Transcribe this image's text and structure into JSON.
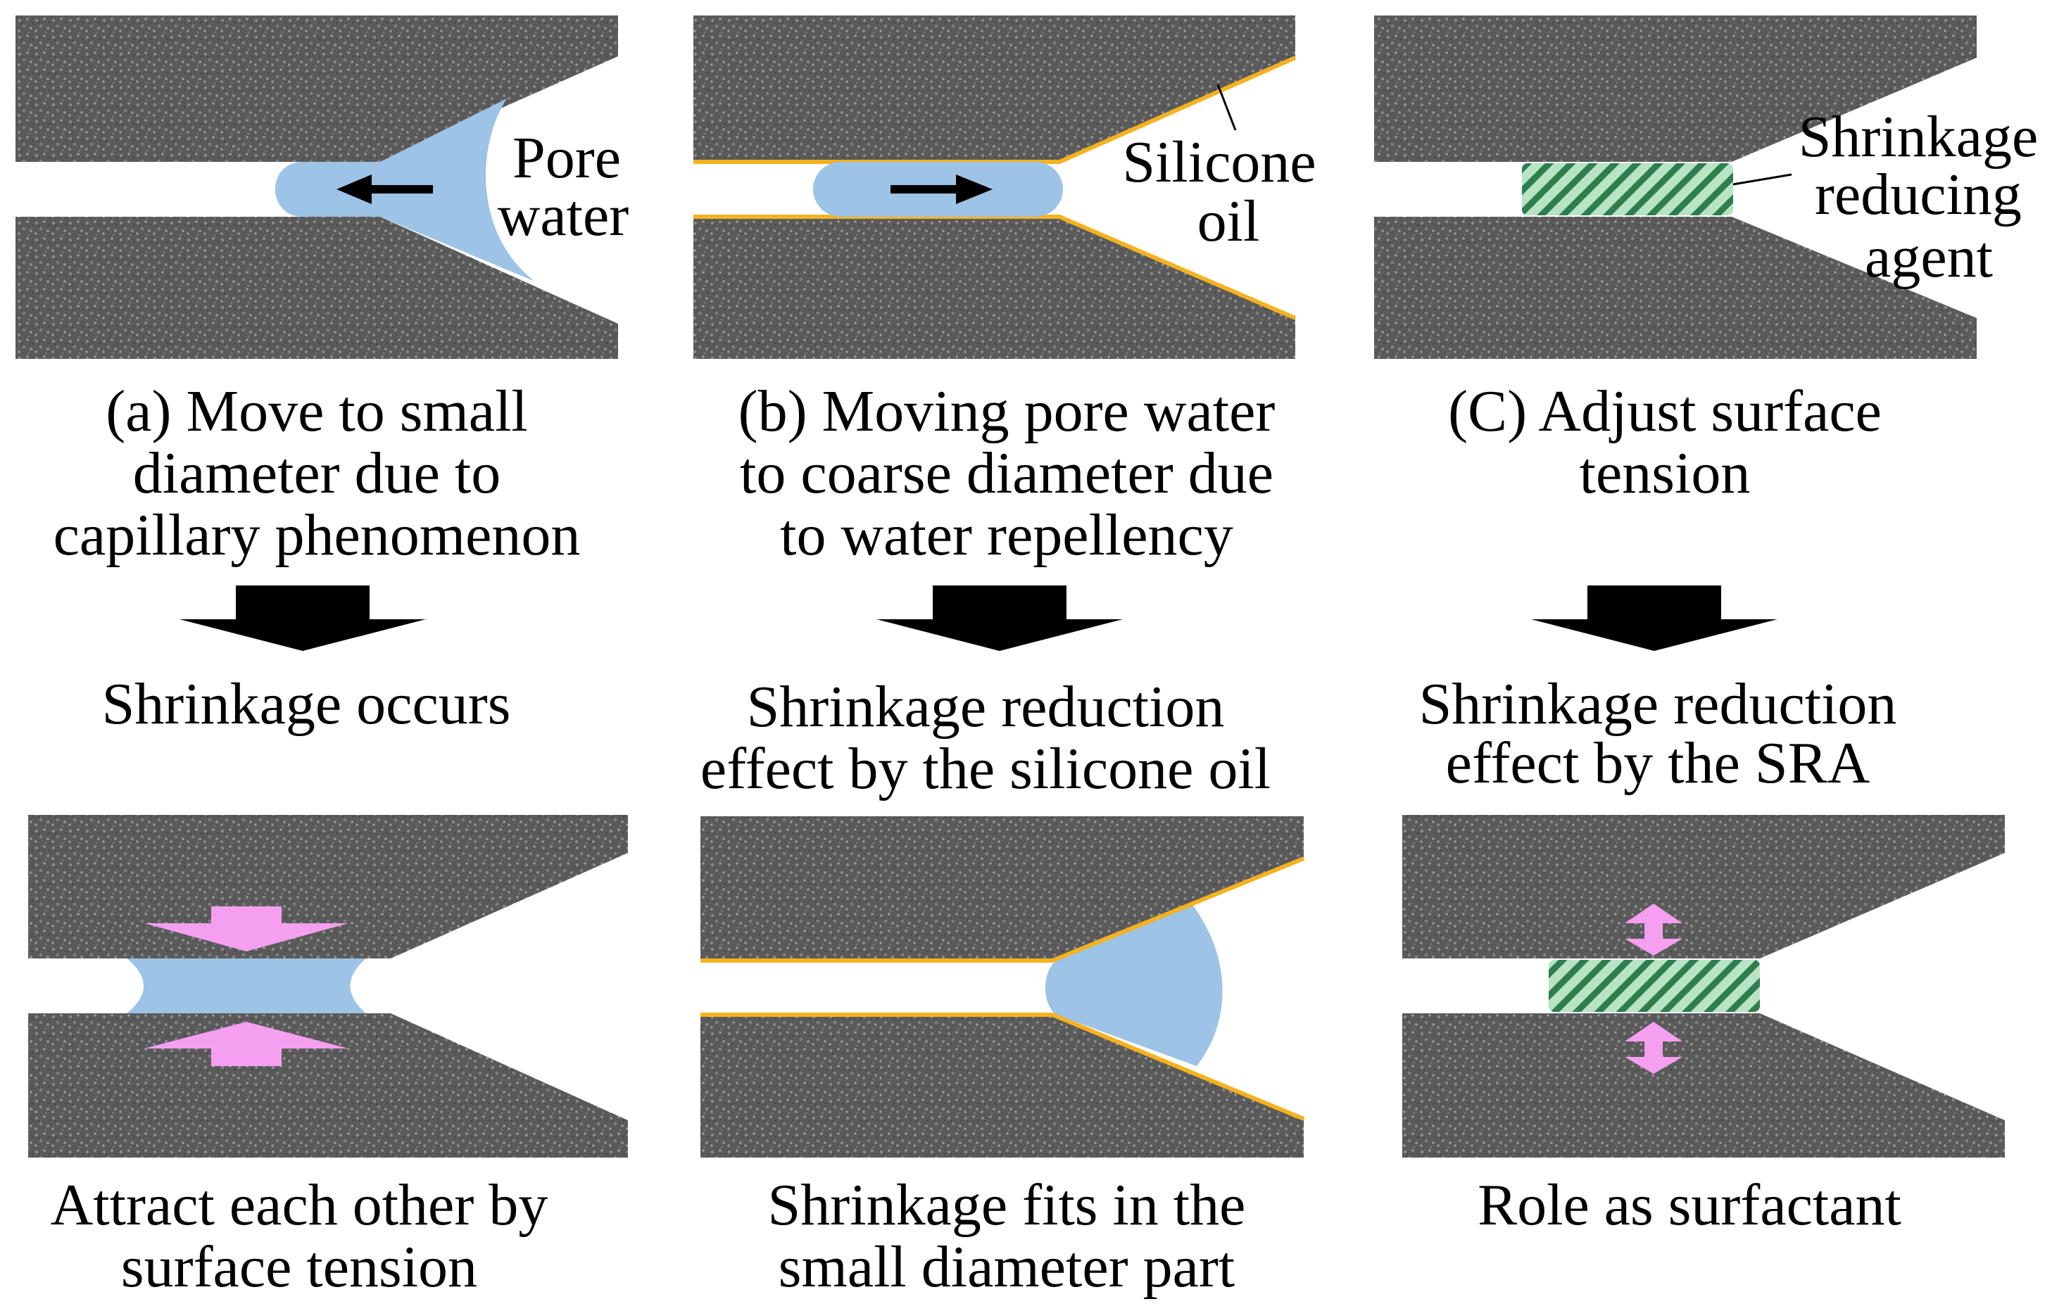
{
  "colors": {
    "rock": "#5a5a5a",
    "rock_speckle": "#8a8a8a",
    "pore_water": "#9dc3e6",
    "silicone_oil": "#f5b21f",
    "attraction_arrow": "#f59ff0",
    "sra_green": "#2e7d4f",
    "sra_light": "#b7e4c4",
    "flow_arrow": "#000000",
    "down_arrow": "#000000"
  },
  "panel_a": {
    "label_pore": "Pore",
    "label_water": "water",
    "caption": [
      "(a) Move to small",
      "diameter due to",
      "capillary phenomenon"
    ],
    "result": [
      "Shrinkage occurs"
    ],
    "bottom_caption": [
      "Attract each other by",
      "surface tension"
    ]
  },
  "panel_b": {
    "label_silicone": "Silicone",
    "label_oil": "oil",
    "caption": [
      "(b) Moving pore water",
      "to coarse diameter due",
      "to water repellency"
    ],
    "result": [
      "Shrinkage reduction",
      "effect by the silicone oil"
    ],
    "bottom_caption": [
      "Shrinkage fits in the",
      "small diameter part"
    ]
  },
  "panel_c": {
    "label_line1": "Shrinkage",
    "label_line2": "reducing",
    "label_line3": "agent",
    "caption": [
      "(C) Adjust surface",
      "tension"
    ],
    "result": [
      "Shrinkage reduction",
      "effect by the SRA"
    ],
    "bottom_caption": [
      "Role as surfactant"
    ]
  }
}
